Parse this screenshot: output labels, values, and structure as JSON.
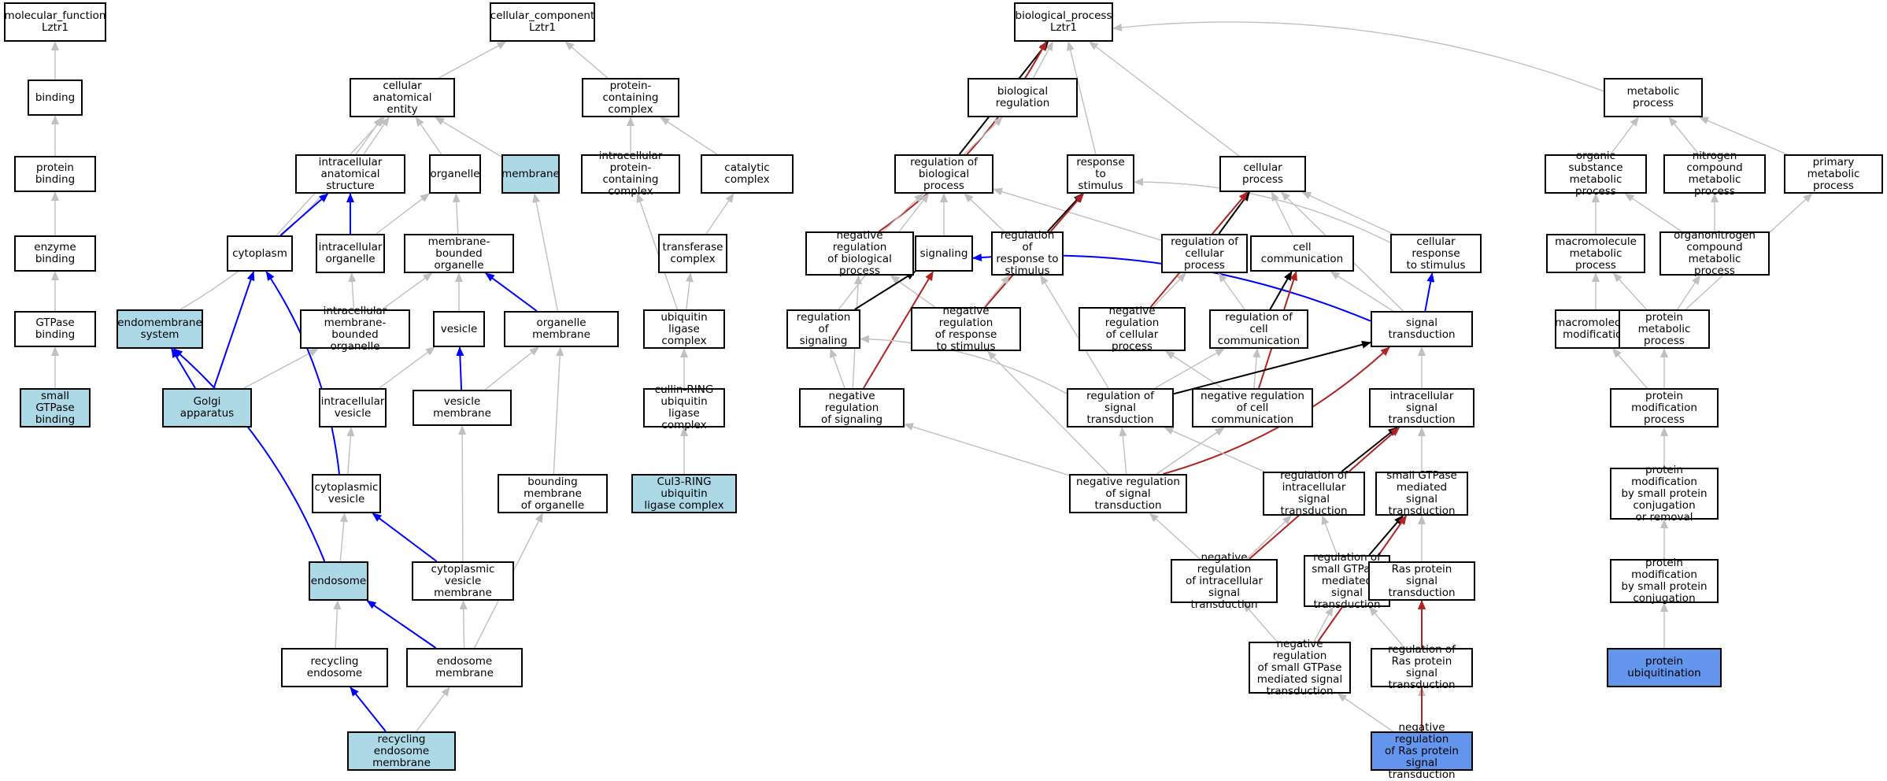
{
  "graph": {
    "colors": {
      "plain_fill": "#ffffff",
      "annotated_fill": "#add8e6",
      "query_fill": "#6495ed",
      "is_a_edge": "#c0c0c0",
      "part_of_edge": "#0000ff",
      "regulates_edge": "#000000",
      "negatively_regulates_edge": "#b22222"
    },
    "nodes": [
      {
        "id": "mf",
        "label": "molecular_function\nLztr1",
        "style": "plain"
      },
      {
        "id": "bind",
        "label": "binding",
        "style": "plain"
      },
      {
        "id": "pbind",
        "label": "protein binding",
        "style": "plain"
      },
      {
        "id": "ebind",
        "label": "enzyme binding",
        "style": "plain"
      },
      {
        "id": "gtpbind",
        "label": "GTPase binding",
        "style": "plain"
      },
      {
        "id": "sgtpbind",
        "label": "small GTPase\nbinding",
        "style": "annotated"
      },
      {
        "id": "cc",
        "label": "cellular_component\nLztr1",
        "style": "plain"
      },
      {
        "id": "cae",
        "label": "cellular anatomical\nentity",
        "style": "plain"
      },
      {
        "id": "pcc",
        "label": "protein-containing\ncomplex",
        "style": "plain"
      },
      {
        "id": "ias",
        "label": "intracellular\nanatomical structure",
        "style": "plain"
      },
      {
        "id": "org",
        "label": "organelle",
        "style": "plain"
      },
      {
        "id": "mem",
        "label": "membrane",
        "style": "annotated"
      },
      {
        "id": "ipcc",
        "label": "intracellular\nprotein-containing\ncomplex",
        "style": "plain"
      },
      {
        "id": "catc",
        "label": "catalytic complex",
        "style": "plain"
      },
      {
        "id": "cyto",
        "label": "cytoplasm",
        "style": "plain"
      },
      {
        "id": "iorg",
        "label": "intracellular\norganelle",
        "style": "plain"
      },
      {
        "id": "mbo",
        "label": "membrane-bounded\norganelle",
        "style": "plain"
      },
      {
        "id": "trc",
        "label": "transferase\ncomplex",
        "style": "plain"
      },
      {
        "id": "ems",
        "label": "endomembrane\nsystem",
        "style": "annotated"
      },
      {
        "id": "imbo",
        "label": "intracellular\nmembrane-bounded\norganelle",
        "style": "plain"
      },
      {
        "id": "ves",
        "label": "vesicle",
        "style": "plain"
      },
      {
        "id": "omem",
        "label": "organelle membrane",
        "style": "plain"
      },
      {
        "id": "ulc",
        "label": "ubiquitin ligase\ncomplex",
        "style": "plain"
      },
      {
        "id": "golgi",
        "label": "Golgi apparatus",
        "style": "annotated"
      },
      {
        "id": "ives",
        "label": "intracellular\nvesicle",
        "style": "plain"
      },
      {
        "id": "vmem",
        "label": "vesicle membrane",
        "style": "plain"
      },
      {
        "id": "crulc",
        "label": "cullin-RING\nubiquitin ligase\ncomplex",
        "style": "plain"
      },
      {
        "id": "cves",
        "label": "cytoplasmic\nvesicle",
        "style": "plain"
      },
      {
        "id": "bmo",
        "label": "bounding membrane\nof organelle",
        "style": "plain"
      },
      {
        "id": "cul3",
        "label": "Cul3-RING ubiquitin\nligase complex",
        "style": "annotated"
      },
      {
        "id": "endo",
        "label": "endosome",
        "style": "annotated"
      },
      {
        "id": "cvm",
        "label": "cytoplasmic\nvesicle membrane",
        "style": "plain"
      },
      {
        "id": "rendo",
        "label": "recycling endosome",
        "style": "plain"
      },
      {
        "id": "endomem",
        "label": "endosome membrane",
        "style": "plain"
      },
      {
        "id": "remem",
        "label": "recycling endosome\nmembrane",
        "style": "annotated"
      },
      {
        "id": "bp",
        "label": "biological_process\nLztr1",
        "style": "plain"
      },
      {
        "id": "breg",
        "label": "biological regulation",
        "style": "plain"
      },
      {
        "id": "metp",
        "label": "metabolic process",
        "style": "plain"
      },
      {
        "id": "rbp",
        "label": "regulation of\nbiological process",
        "style": "plain"
      },
      {
        "id": "rts",
        "label": "response to\nstimulus",
        "style": "plain"
      },
      {
        "id": "cellp",
        "label": "cellular process",
        "style": "plain"
      },
      {
        "id": "osmp",
        "label": "organic substance\nmetabolic process",
        "style": "plain"
      },
      {
        "id": "ncmp",
        "label": "nitrogen compound\nmetabolic process",
        "style": "plain"
      },
      {
        "id": "pmp",
        "label": "primary metabolic\nprocess",
        "style": "plain"
      },
      {
        "id": "nrbp",
        "label": "negative regulation\nof biological\nprocess",
        "style": "plain"
      },
      {
        "id": "sig",
        "label": "signaling",
        "style": "plain"
      },
      {
        "id": "rrts",
        "label": "regulation of\nresponse to\nstimulus",
        "style": "plain"
      },
      {
        "id": "rcp",
        "label": "regulation of\ncellular process",
        "style": "plain"
      },
      {
        "id": "ccom",
        "label": "cell communication",
        "style": "plain"
      },
      {
        "id": "crts",
        "label": "cellular response\nto stimulus",
        "style": "plain"
      },
      {
        "id": "mmp",
        "label": "macromolecule\nmetabolic process",
        "style": "plain"
      },
      {
        "id": "oncmp",
        "label": "organonitrogen\ncompound metabolic\nprocess",
        "style": "plain"
      },
      {
        "id": "rsig",
        "label": "regulation of\nsignaling",
        "style": "plain"
      },
      {
        "id": "nrrts",
        "label": "negative regulation\nof response\nto stimulus",
        "style": "plain"
      },
      {
        "id": "nrcp",
        "label": "negative regulation\nof cellular\nprocess",
        "style": "plain"
      },
      {
        "id": "rcc",
        "label": "regulation of\ncell communication",
        "style": "plain"
      },
      {
        "id": "st",
        "label": "signal transduction",
        "style": "plain"
      },
      {
        "id": "mmod",
        "label": "macromolecule\nmodification",
        "style": "plain"
      },
      {
        "id": "prmp",
        "label": "protein metabolic\nprocess",
        "style": "plain"
      },
      {
        "id": "nrsig",
        "label": "negative regulation\nof signaling",
        "style": "plain"
      },
      {
        "id": "rst",
        "label": "regulation of\nsignal transduction",
        "style": "plain"
      },
      {
        "id": "nrcc",
        "label": "negative regulation\nof cell communication",
        "style": "plain"
      },
      {
        "id": "ist",
        "label": "intracellular\nsignal transduction",
        "style": "plain"
      },
      {
        "id": "pmodp",
        "label": "protein modification\nprocess",
        "style": "plain"
      },
      {
        "id": "nrst",
        "label": "negative regulation\nof signal transduction",
        "style": "plain"
      },
      {
        "id": "rist",
        "label": "regulation of\nintracellular\nsignal transduction",
        "style": "plain"
      },
      {
        "id": "sgmst",
        "label": "small GTPase\nmediated signal\ntransduction",
        "style": "plain"
      },
      {
        "id": "pmspc",
        "label": "protein modification\nby small protein\nconjugation\nor removal",
        "style": "plain"
      },
      {
        "id": "nrist",
        "label": "negative regulation\nof intracellular\nsignal transduction",
        "style": "plain"
      },
      {
        "id": "rsgmst",
        "label": "regulation of\nsmall GTPase\nmediated signal\ntransduction",
        "style": "plain"
      },
      {
        "id": "rasst",
        "label": "Ras protein\nsignal transduction",
        "style": "plain"
      },
      {
        "id": "pmspconj",
        "label": "protein modification\nby small protein\nconjugation",
        "style": "plain"
      },
      {
        "id": "nrsgmst",
        "label": "negative regulation\nof small GTPase\nmediated signal\ntransduction",
        "style": "plain"
      },
      {
        "id": "rrasst",
        "label": "regulation of\nRas protein\nsignal transduction",
        "style": "plain"
      },
      {
        "id": "pubiq",
        "label": "protein ubiquitination",
        "style": "query"
      },
      {
        "id": "nrrasst",
        "label": "negative regulation\nof Ras protein\nsignal transduction",
        "style": "query"
      }
    ],
    "edges": [
      {
        "from": "bind",
        "to": "mf",
        "type": "is_a"
      },
      {
        "from": "pbind",
        "to": "bind",
        "type": "is_a"
      },
      {
        "from": "ebind",
        "to": "pbind",
        "type": "is_a"
      },
      {
        "from": "gtpbind",
        "to": "ebind",
        "type": "is_a"
      },
      {
        "from": "sgtpbind",
        "to": "gtpbind",
        "type": "is_a"
      },
      {
        "from": "cae",
        "to": "cc",
        "type": "is_a"
      },
      {
        "from": "pcc",
        "to": "cc",
        "type": "is_a"
      },
      {
        "from": "ias",
        "to": "cae",
        "type": "is_a"
      },
      {
        "from": "org",
        "to": "cae",
        "type": "is_a"
      },
      {
        "from": "mem",
        "to": "cae",
        "type": "is_a"
      },
      {
        "from": "cyto",
        "to": "cae",
        "type": "is_a"
      },
      {
        "from": "ems",
        "to": "cae",
        "type": "is_a"
      },
      {
        "from": "ipcc",
        "to": "pcc",
        "type": "is_a"
      },
      {
        "from": "catc",
        "to": "pcc",
        "type": "is_a"
      },
      {
        "from": "cyto",
        "to": "ias",
        "type": "part_of"
      },
      {
        "from": "iorg",
        "to": "ias",
        "type": "part_of"
      },
      {
        "from": "iorg",
        "to": "org",
        "type": "is_a"
      },
      {
        "from": "mbo",
        "to": "org",
        "type": "is_a"
      },
      {
        "from": "imbo",
        "to": "iorg",
        "type": "is_a"
      },
      {
        "from": "imbo",
        "to": "mbo",
        "type": "is_a"
      },
      {
        "from": "ves",
        "to": "mbo",
        "type": "is_a"
      },
      {
        "from": "omem",
        "to": "mbo",
        "type": "part_of"
      },
      {
        "from": "omem",
        "to": "mem",
        "type": "is_a"
      },
      {
        "from": "trc",
        "to": "catc",
        "type": "is_a"
      },
      {
        "from": "ulc",
        "to": "trc",
        "type": "is_a"
      },
      {
        "from": "ulc",
        "to": "ipcc",
        "type": "is_a"
      },
      {
        "from": "crulc",
        "to": "ulc",
        "type": "is_a"
      },
      {
        "from": "cul3",
        "to": "crulc",
        "type": "is_a"
      },
      {
        "from": "golgi",
        "to": "cyto",
        "type": "part_of"
      },
      {
        "from": "golgi",
        "to": "ems",
        "type": "part_of"
      },
      {
        "from": "golgi",
        "to": "imbo",
        "type": "is_a"
      },
      {
        "from": "ives",
        "to": "ves",
        "type": "is_a"
      },
      {
        "from": "vmem",
        "to": "ves",
        "type": "part_of"
      },
      {
        "from": "vmem",
        "to": "omem",
        "type": "is_a"
      },
      {
        "from": "cves",
        "to": "cyto",
        "type": "part_of"
      },
      {
        "from": "cves",
        "to": "ives",
        "type": "is_a"
      },
      {
        "from": "bmo",
        "to": "omem",
        "type": "is_a"
      },
      {
        "from": "endo",
        "to": "ems",
        "type": "part_of"
      },
      {
        "from": "endo",
        "to": "cves",
        "type": "is_a"
      },
      {
        "from": "cvm",
        "to": "cves",
        "type": "part_of"
      },
      {
        "from": "cvm",
        "to": "vmem",
        "type": "is_a"
      },
      {
        "from": "rendo",
        "to": "endo",
        "type": "is_a"
      },
      {
        "from": "endomem",
        "to": "endo",
        "type": "part_of"
      },
      {
        "from": "endomem",
        "to": "cvm",
        "type": "is_a"
      },
      {
        "from": "endomem",
        "to": "bmo",
        "type": "is_a"
      },
      {
        "from": "remem",
        "to": "rendo",
        "type": "part_of"
      },
      {
        "from": "remem",
        "to": "endomem",
        "type": "is_a"
      },
      {
        "from": "breg",
        "to": "bp",
        "type": "is_a"
      },
      {
        "from": "metp",
        "to": "bp",
        "type": "is_a"
      },
      {
        "from": "rts",
        "to": "bp",
        "type": "is_a"
      },
      {
        "from": "cellp",
        "to": "bp",
        "type": "is_a"
      },
      {
        "from": "rbp",
        "to": "bp",
        "type": "regulates"
      },
      {
        "from": "nrbp",
        "to": "bp",
        "type": "negatively_regulates"
      },
      {
        "from": "rbp",
        "to": "breg",
        "type": "is_a"
      },
      {
        "from": "osmp",
        "to": "metp",
        "type": "is_a"
      },
      {
        "from": "ncmp",
        "to": "metp",
        "type": "is_a"
      },
      {
        "from": "pmp",
        "to": "metp",
        "type": "is_a"
      },
      {
        "from": "nrbp",
        "to": "rbp",
        "type": "is_a"
      },
      {
        "from": "sig",
        "to": "rbp",
        "type": "is_a"
      },
      {
        "from": "rrts",
        "to": "rbp",
        "type": "is_a"
      },
      {
        "from": "rcp",
        "to": "rbp",
        "type": "is_a"
      },
      {
        "from": "rsig",
        "to": "rbp",
        "type": "is_a"
      },
      {
        "from": "rrts",
        "to": "rts",
        "type": "regulates"
      },
      {
        "from": "nrrts",
        "to": "rts",
        "type": "negatively_regulates"
      },
      {
        "from": "crts",
        "to": "rts",
        "type": "is_a"
      },
      {
        "from": "rcp",
        "to": "cellp",
        "type": "regulates"
      },
      {
        "from": "nrcp",
        "to": "cellp",
        "type": "negatively_regulates"
      },
      {
        "from": "ccom",
        "to": "cellp",
        "type": "is_a"
      },
      {
        "from": "crts",
        "to": "cellp",
        "type": "is_a"
      },
      {
        "from": "st",
        "to": "cellp",
        "type": "is_a"
      },
      {
        "from": "mmp",
        "to": "osmp",
        "type": "is_a"
      },
      {
        "from": "oncmp",
        "to": "osmp",
        "type": "is_a"
      },
      {
        "from": "oncmp",
        "to": "ncmp",
        "type": "is_a"
      },
      {
        "from": "nrsig",
        "to": "nrbp",
        "type": "is_a"
      },
      {
        "from": "nrrts",
        "to": "nrbp",
        "type": "is_a"
      },
      {
        "from": "rsig",
        "to": "sig",
        "type": "regulates"
      },
      {
        "from": "nrsig",
        "to": "sig",
        "type": "negatively_regulates"
      },
      {
        "from": "st",
        "to": "sig",
        "type": "part_of"
      },
      {
        "from": "nrrts",
        "to": "rrts",
        "type": "is_a"
      },
      {
        "from": "rst",
        "to": "rrts",
        "type": "is_a"
      },
      {
        "from": "nrcp",
        "to": "rcp",
        "type": "is_a"
      },
      {
        "from": "rcc",
        "to": "rcp",
        "type": "is_a"
      },
      {
        "from": "rcc",
        "to": "ccom",
        "type": "regulates"
      },
      {
        "from": "nrcc",
        "to": "ccom",
        "type": "negatively_regulates"
      },
      {
        "from": "st",
        "to": "ccom",
        "type": "is_a"
      },
      {
        "from": "st",
        "to": "crts",
        "type": "part_of"
      },
      {
        "from": "mmod",
        "to": "mmp",
        "type": "is_a"
      },
      {
        "from": "prmp",
        "to": "mmp",
        "type": "is_a"
      },
      {
        "from": "prmp",
        "to": "oncmp",
        "type": "is_a"
      },
      {
        "from": "prmp",
        "to": "pmp",
        "type": "is_a"
      },
      {
        "from": "nrsig",
        "to": "rsig",
        "type": "is_a"
      },
      {
        "from": "rst",
        "to": "rsig",
        "type": "is_a"
      },
      {
        "from": "nrst",
        "to": "nrrts",
        "type": "is_a"
      },
      {
        "from": "nrcc",
        "to": "nrcp",
        "type": "is_a"
      },
      {
        "from": "rst",
        "to": "rcc",
        "type": "is_a"
      },
      {
        "from": "nrcc",
        "to": "rcc",
        "type": "is_a"
      },
      {
        "from": "rst",
        "to": "st",
        "type": "regulates"
      },
      {
        "from": "ist",
        "to": "st",
        "type": "is_a"
      },
      {
        "from": "pmodp",
        "to": "mmod",
        "type": "is_a"
      },
      {
        "from": "pmodp",
        "to": "prmp",
        "type": "is_a"
      },
      {
        "from": "nrst",
        "to": "nrsig",
        "type": "is_a"
      },
      {
        "from": "nrst",
        "to": "rst",
        "type": "is_a"
      },
      {
        "from": "nrst",
        "to": "nrcc",
        "type": "is_a"
      },
      {
        "from": "nrst",
        "to": "st",
        "type": "negatively_regulates"
      },
      {
        "from": "rist",
        "to": "ist",
        "type": "regulates"
      },
      {
        "from": "sgmst",
        "to": "ist",
        "type": "is_a"
      },
      {
        "from": "pmspc",
        "to": "pmodp",
        "type": "is_a"
      },
      {
        "from": "nrist",
        "to": "nrst",
        "type": "is_a"
      },
      {
        "from": "rist",
        "to": "rst",
        "type": "is_a"
      },
      {
        "from": "nrist",
        "to": "rist",
        "type": "is_a"
      },
      {
        "from": "nrist",
        "to": "ist",
        "type": "negatively_regulates"
      },
      {
        "from": "rsgmst",
        "to": "rist",
        "type": "is_a"
      },
      {
        "from": "rsgmst",
        "to": "sgmst",
        "type": "regulates"
      },
      {
        "from": "rasst",
        "to": "sgmst",
        "type": "is_a"
      },
      {
        "from": "pmspconj",
        "to": "pmspc",
        "type": "is_a"
      },
      {
        "from": "nrsgmst",
        "to": "nrist",
        "type": "is_a"
      },
      {
        "from": "nrsgmst",
        "to": "rsgmst",
        "type": "is_a"
      },
      {
        "from": "nrsgmst",
        "to": "sgmst",
        "type": "negatively_regulates"
      },
      {
        "from": "rrasst",
        "to": "rsgmst",
        "type": "is_a"
      },
      {
        "from": "rrasst",
        "to": "rasst",
        "type": "regulates"
      },
      {
        "from": "pubiq",
        "to": "pmspconj",
        "type": "is_a"
      },
      {
        "from": "nrrasst",
        "to": "nrsgmst",
        "type": "is_a"
      },
      {
        "from": "nrrasst",
        "to": "rrasst",
        "type": "is_a"
      },
      {
        "from": "nrrasst",
        "to": "rasst",
        "type": "negatively_regulates"
      }
    ]
  }
}
